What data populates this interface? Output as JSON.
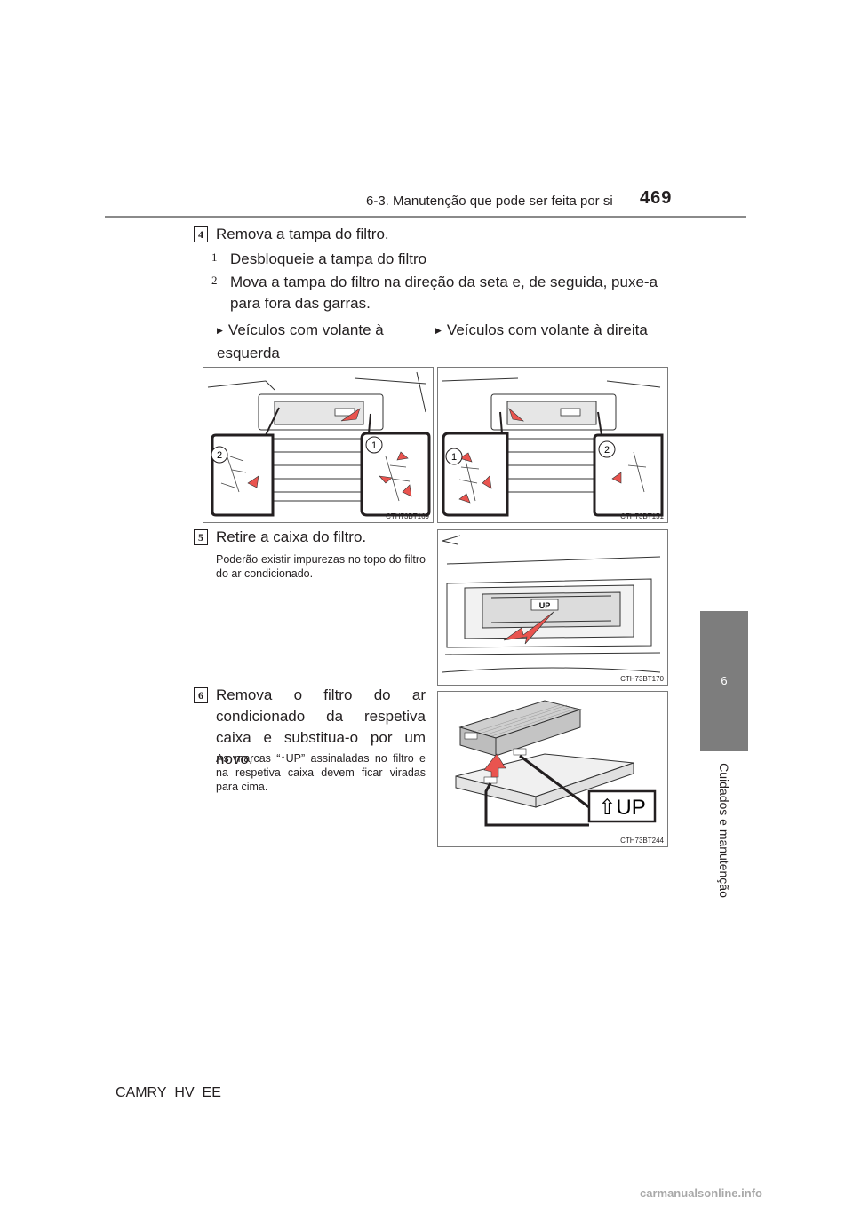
{
  "header": {
    "section_title": "6-3. Manutenção que pode ser feita por si",
    "page_number": "469"
  },
  "side_tab": {
    "chapter_number": "6",
    "chapter_label": "Cuidados e manutenção"
  },
  "steps": {
    "step4": {
      "number": "4",
      "title": "Remova a tampa do filtro.",
      "sub1_num": "1",
      "sub1_text": "Desbloqueie a tampa do filtro",
      "sub2_num": "2",
      "sub2_text": "Mova a tampa do filtro na direção da seta e, de seguida, puxe-a para fora das garras.",
      "left_heading": "Veículos com volante à esquerda",
      "right_heading": "Veículos com volante à direita",
      "fig_left_code": "CTH73BT169",
      "fig_right_code": "CTH73BT151",
      "callout_1": "1",
      "callout_2": "2"
    },
    "step5": {
      "number": "5",
      "title": "Retire a caixa do filtro.",
      "note": "Poderão existir impurezas no topo do filtro do ar condicionado.",
      "fig_code": "CTH73BT170",
      "fig_label": "UP"
    },
    "step6": {
      "number": "6",
      "title": "Remova o filtro do ar condicionado da respetiva caixa e substitua-o por um novo.",
      "note": "As marcas “↑UP” assinaladas no filtro e na respetiva caixa devem ficar viradas para cima.",
      "fig_code": "CTH73BT244",
      "up_label": "⇧UP"
    }
  },
  "footer": {
    "model_code": "CAMRY_HV_EE",
    "watermark": "carmanualsonline.info"
  }
}
